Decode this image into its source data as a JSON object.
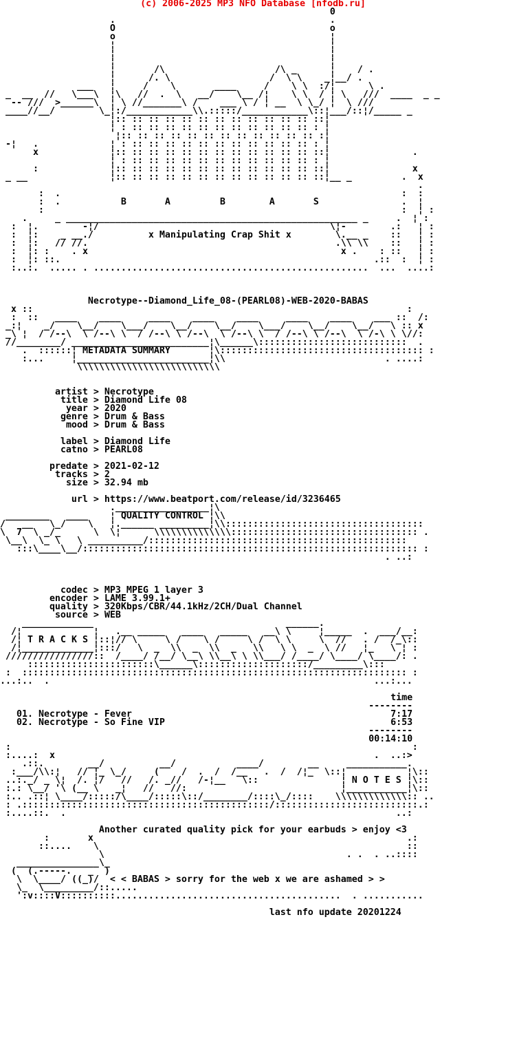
{
  "colors": {
    "header_red": "#e60000",
    "background": "#ffffff",
    "text": "#000000"
  },
  "header": {
    "copyright": "(c) 2006-2025 MP3 NFO Database [nfodb.ru]"
  },
  "release": {
    "name": "Necrotype--Diamond_Life_08-(PEARL08)-WEB-2020-BABAS"
  },
  "section_titles": {
    "group_letters": "B A B A S",
    "slogan": "x Manipulating Crap Shit x",
    "metadata": "METADATA SUMMARY",
    "quality": "QUALITY CONTROL",
    "tracks": "T R A C K S",
    "notes": "N O T E S",
    "footer_line": "< < BABAS > sorry for the web x we are ashamed > >"
  },
  "art": {
    "top": [
      "                                                            0",
      "                    .                                       .",
      "                    O                                       o",
      "                    o                                       ¦",
      "                    ¦                                       ¦",
      "                    ¦                                       ¦",
      "                    ¦                                       ¦",
      "                    ¦       /\\                    /\\ _      ¦    / .",
      "                    ¦      /. \\                  /  \\ \\    _¦__/ .",
      "              ___   ¦     /    \\       ____     /    \\ \\  :/¦      \\ .",
      " _  __  //   \\___\\  ¦\\   //  .  \\   __/    \\__ /¦    \\ \\  / ¦ \\   ///  ____  _ _",
      "  -- ///  >______\\  ¦ \\ //_______\\ /    ___ \\ / ¦ __  \\ \\_/ ¦  \\ ///",
      " ____//__/        \\_¦:/____________\\\\.:::::/____________\\::¦___/::¦/_____ _",
      "                    ¦:: :: :: :: :: :: :: :: :: :: :: :: ::¦",
      "                    ¦ : :: :: :: :: :: :: :: :: :: :: :: : ¦",
      "                     ¦:: :: :: :: :: :: :: :: :: :: :: :: :¦",
      " -¦   .             ¦ : :: :: :: :: :: :: :: :: :: :: :: : ¦",
      "      x             ¦:: :: :: :: :: :: :: :: :: :: :: :: ::¦               .",
      "                    ¦ : :: :: :: :: :: :: :: :: :: :: :: : ¦",
      "      :             ¦:: :: :: :: :: :: :: :: :: :: :: :: ::¦               x",
      " _ __               ¦:: :: :: :: :: :: :: :: :: :: :: :: ::¦__ _         .  x",
      "                                                                            .",
      "       :  .                                                              :  :",
      "       :  .           B       A         B        A       S               .  ¦",
      "       :                                                                 :  ¦ :",
      "    .     _ _____________________________________________________ _     .  ¦ :",
      "  :  ¦.        -¦/                                          \\¦-        .:   ¦ :",
      "  :  ¦:    _ __./          x Manipulating Crap Shit x        \\.__ _    ::   ¦ :",
      "  :  ¦:   // //.                                             .\\\\ \\\\    ::   ¦ :",
      "  :  ¦: :    . x                                              x .    : ::   ¦ :",
      "  :  ¦: ::.                                                         .::  :  ¦ :",
      "  :..:.  ..... . ..................................................  ...  ....:"
    ],
    "metadata_banner": [
      "  x ::                                                                    :",
      "  :  ::   ____    ____     ____    ____    ____     ____    ____    ___ ::  /:",
      " _:¦    _/    \\__/    \\___/    \\__/    \\__/    \\___/    \\__/    \\__/   \\ :: x",
      " _\\ ¦  / /--\\  \\ /--\\ \\  / /--\\ \\ /--\\  \\ /--\\ \\  / /--\\ \\ /--\\  \\ /-\\ \\ \\//:",
      " //________/ _________________________¦\\______\\:::::::::::::::::::::::::::  .",
      "    .  ::::::¦ METADATA SUMMARY       ¦\\::::::::::::::::::::::::::::::::::::: :",
      "    :...     ¦________________________¦\\\\                             . ....:",
      "              \\\\\\\\\\\\\\\\\\\\\\\\\\\\\\\\\\\\\\\\\\\\\\\\\\\\"
    ],
    "quality_banner": [
      "                    ._________________¦\\",
      " ________   ____    ¦ QUALITY CONTROL ¦\\\\",
      "/   __   \\_/    \\   ¦.______ _________¦\\\\::::::::::::::::::::::::::::::::::::",
      "\\  7  \\ _/_      \\  \\¦      \\\\\\\\\\\\\\\\\\\\\\\\\\\\:::::::::::::::::::::::::::::::::: .",
      " \\__\\  \\_ \\   \\ __________/:::::::::::::::::::::::::::::::::::::::::::::::",
      "   :::\\____\\__/::::::::::::::::::::::::::::::::::::::::::::::::::::::::::::: :",
      "                                                                      . ..:"
    ],
    "tracks_banner": [
      "    _____________                                   ______.",
      "  /¦             ¦   .__ _____   ____   _____   __\\ \\     ¦_____  .  ___/__:",
      "  /¦ T R A C K S ¦::¦// \\     \\ /    \\ /     \\ /  \\ \\     \\  //   . /  /_\\::",
      "  /¦_____________¦:::/   \\  _  \\\\  _  \\\\  _   \\\\   \\ \\  _  \\ //   ¦_   \\ ¦ :",
      " ////////////////::  /____/ /__/ \\__\\ \\\\__\\ \\ \\\\___/ /____/ \\____/ \\____/: .",
      "     :::::::::::::::::::::::\\______\\::::::::::::::::::::/_________\\:::",
      " :  :::::::::::::::::::::::::::::::::::::::::::::::::::::::::::::::::::::: :",
      "...:..  .                                                           ...:..."
    ],
    "notes_banner": [
      " :                                                                         :",
      " :....:  x                                                          .  ..:>",
      "    .::.        __/          __/           ____/        __     ___________.",
      "  :___/\\\\:¦   // ¦_ \\_/     (    /  .  /  /__   .  /  /¦_  \\::¦           ¦\\::",
      " ..:._/ _ \\¦  /. ¦/   //   /. _//   /-¦__   \\::               ¦ N O T E S ¦\\::",
      " :.: \\__/ '\\ (__ \\   _¦   //   //:                            ¦___________¦\\::",
      " :.. .::¦ \\____/:::::/\\____/:::::\\::/________/::::\\_/::::    \\\\\\\\\\\\\\\\\\\\\\\\\\:: ..",
      " : .:::::::::::::::::::::::::::::::::::::::::::::/::::::::::::::::::::::::::.:",
      " :....::.  .                                                            ..:"
    ],
    "footer": [
      "        :       x                                                         .:",
      "       ::....    \\                                                        ::",
      "                  \\                                            . .  . ..::::",
      "   _______________\\_",
      "  (  (.-----.   _  )",
      "   \\  \\____/ ((_)/  < < BABAS > sorry for the web x we are ashamed > >",
      "   \\_  \\_________/::.....",
      "   ':v::::V::::::::::.........................................  . ..........."
    ]
  },
  "metadata": {
    "sep": ">",
    "fields": [
      {
        "label": "artist",
        "value": "Necrotype"
      },
      {
        "label": "title",
        "value": "Diamond Life 08"
      },
      {
        "label": "year",
        "value": "2020"
      },
      {
        "label": "genre",
        "value": "Drum & Bass"
      },
      {
        "label": "mood",
        "value": "Drum & Bass"
      },
      {
        "label": "label",
        "value": "Diamond Life"
      },
      {
        "label": "catno",
        "value": "PEARL08"
      },
      {
        "label": "predate",
        "value": "2021-02-12"
      },
      {
        "label": "tracks",
        "value": "2"
      },
      {
        "label": "size",
        "value": "32.94 mb"
      },
      {
        "label": "url",
        "value": "https://www.beatport.com/release/id/3236465"
      }
    ]
  },
  "quality": {
    "sep": ">",
    "fields": [
      {
        "label": "codec",
        "value": "MP3 MPEG 1 layer 3"
      },
      {
        "label": "encoder",
        "value": "LAME 3.99.1+"
      },
      {
        "label": "quality",
        "value": "320Kbps/CBR/44.1kHz/2CH/Dual Channel"
      },
      {
        "label": "source",
        "value": "WEB"
      }
    ]
  },
  "tracks": {
    "time_header": "time",
    "divider": "--------",
    "rows": [
      {
        "num": "01.",
        "title": "Necrotype - Fever",
        "time": "7:17"
      },
      {
        "num": "02.",
        "title": "Necrotype - So Fine VIP",
        "time": "6:53"
      }
    ],
    "total": "00:14:10"
  },
  "notes": {
    "message": "Another curated quality pick for your earbuds > enjoy <3"
  },
  "footer": {
    "update": "last nfo update 20201224"
  }
}
